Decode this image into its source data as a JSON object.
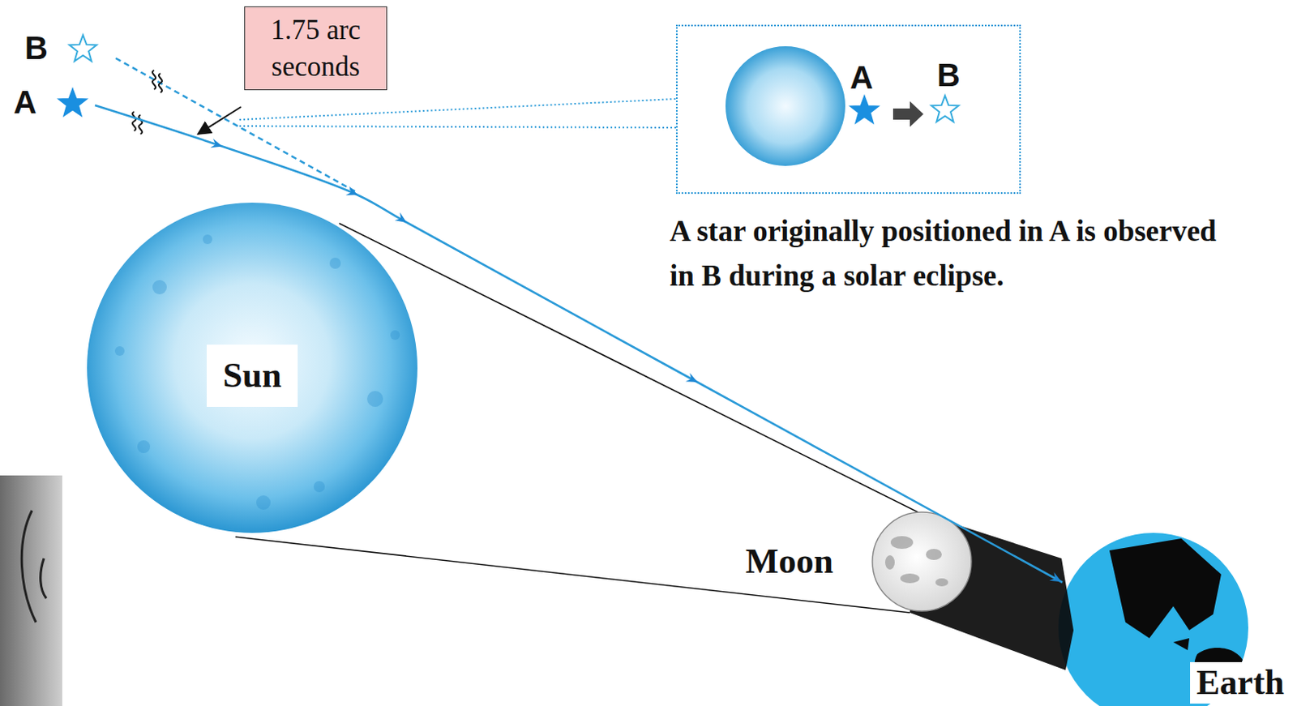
{
  "diagram": {
    "caption": "A star originally positioned in A is observed in B during a solar eclipse.",
    "nodes": [
      {
        "text": [
          "1.75 arc seconds"
        ]
      },
      {
        "text": [
          "A",
          "B"
        ]
      },
      {
        "text": [
          "Sun"
        ]
      },
      {
        "text": [
          "Moon"
        ]
      },
      {
        "text": [
          "Earth"
        ]
      }
    ],
    "labels": [
      "B",
      "A"
    ]
  }
}
